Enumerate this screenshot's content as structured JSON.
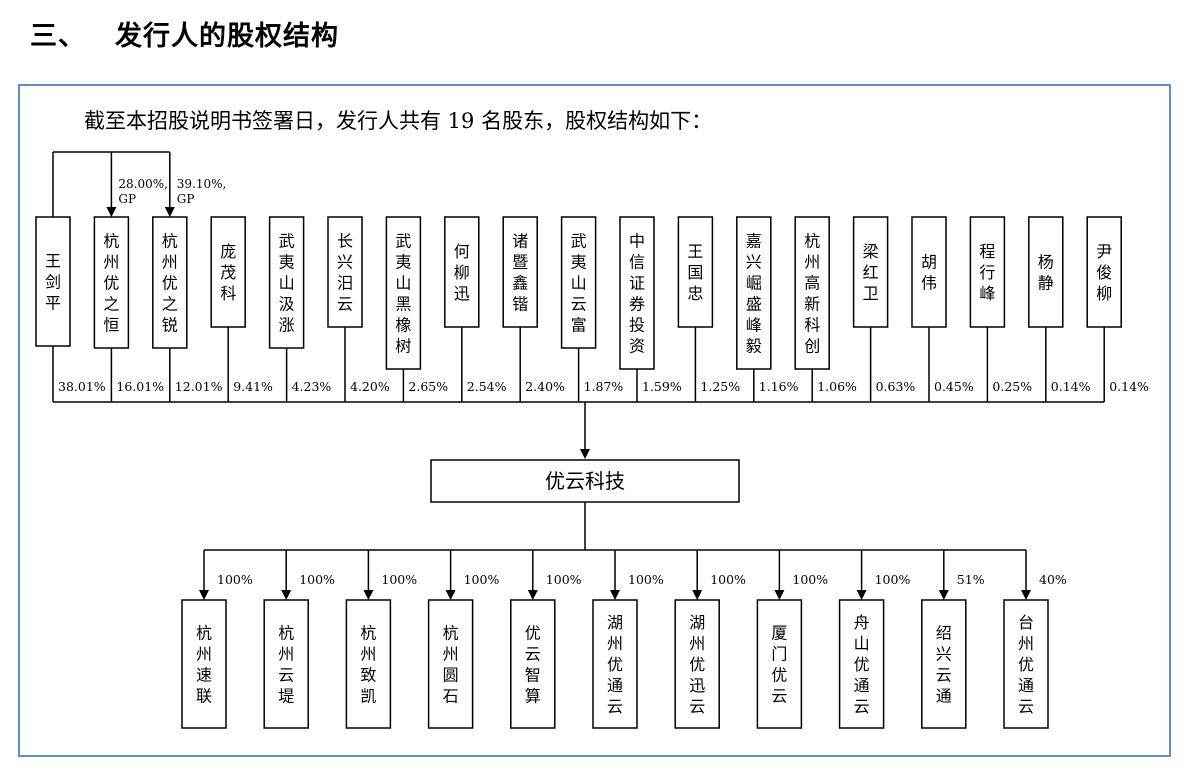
{
  "heading": {
    "number": "三、",
    "title": "发行人的股权结构"
  },
  "intro": "截至本招股说明书签署日，发行人共有 19 名股东，股权结构如下：",
  "gp_labels": [
    {
      "target": "杭州优之恒",
      "text": [
        "28.00%,",
        "GP"
      ]
    },
    {
      "target": "杭州优之锐",
      "text": [
        "39.10%,",
        "GP"
      ]
    }
  ],
  "shareholders": [
    {
      "name": "王剑平",
      "pct": "38.01%"
    },
    {
      "name": "杭州优之恒",
      "pct": "16.01%"
    },
    {
      "name": "杭州优之锐",
      "pct": "12.01%"
    },
    {
      "name": "庞茂科",
      "pct": "9.41%"
    },
    {
      "name": "武夷山汲涨",
      "pct": "4.23%"
    },
    {
      "name": "长兴汨云",
      "pct": "4.20%"
    },
    {
      "name": "武夷山黑橡树",
      "pct": "2.65%"
    },
    {
      "name": "何柳迅",
      "pct": "2.54%"
    },
    {
      "name": "诸暨鑫锴",
      "pct": "2.40%"
    },
    {
      "name": "武夷山云富",
      "pct": "1.87%"
    },
    {
      "name": "中信证券投资",
      "pct": "1.59%"
    },
    {
      "name": "王国忠",
      "pct": "1.25%"
    },
    {
      "name": "嘉兴崛盛峰毅",
      "pct": "1.16%"
    },
    {
      "name": "杭州高新科创",
      "pct": "1.06%"
    },
    {
      "name": "梁红卫",
      "pct": "0.63%"
    },
    {
      "name": "胡伟",
      "pct": "0.45%"
    },
    {
      "name": "程行峰",
      "pct": "0.25%"
    },
    {
      "name": "杨静",
      "pct": "0.14%"
    },
    {
      "name": "尹俊柳",
      "pct": "0.14%"
    }
  ],
  "company": "优云科技",
  "subsidiaries": [
    {
      "name": "杭州速联",
      "pct": "100%"
    },
    {
      "name": "杭州云堤",
      "pct": "100%"
    },
    {
      "name": "杭州致凯",
      "pct": "100%"
    },
    {
      "name": "杭州圆石",
      "pct": "100%"
    },
    {
      "name": "优云智算",
      "pct": "100%"
    },
    {
      "name": "湖州优通云",
      "pct": "100%"
    },
    {
      "name": "湖州优迅云",
      "pct": "100%"
    },
    {
      "name": "厦门优云",
      "pct": "100%"
    },
    {
      "name": "舟山优通云",
      "pct": "100%"
    },
    {
      "name": "绍兴云通",
      "pct": "51%"
    },
    {
      "name": "台州优通云",
      "pct": "40%"
    }
  ],
  "colors": {
    "frame": "#5b8fc9",
    "line": "#000000"
  }
}
